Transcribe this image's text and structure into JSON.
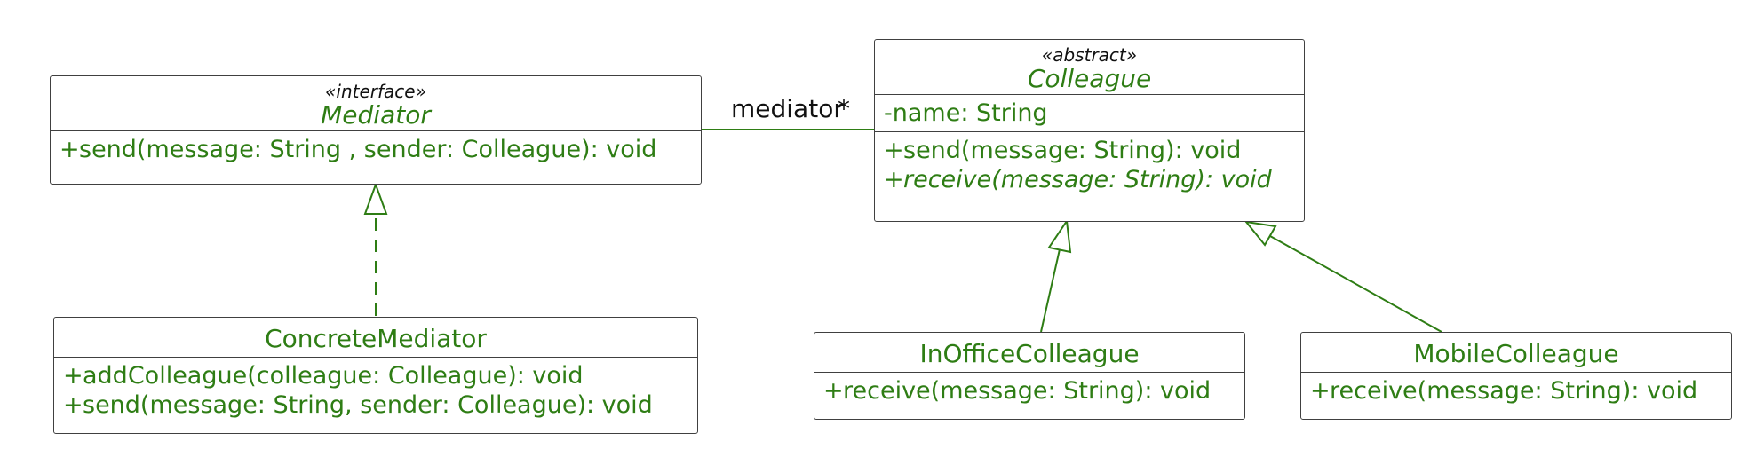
{
  "colors": {
    "accent": "#2e7d14",
    "border": "#404040",
    "text": "#111111"
  },
  "classes": {
    "mediator": {
      "stereotype": "«interface»",
      "name": "Mediator",
      "methods": [
        "send(message: String , sender: Colleague): void"
      ],
      "visibility": "+"
    },
    "concrete_mediator": {
      "name": "ConcreteMediator",
      "methods": [
        "addColleague(colleague: Colleague): void",
        "send(message: String, sender: Colleague): void"
      ],
      "visibility": "+"
    },
    "colleague": {
      "stereotype": "«abstract»",
      "name": "Colleague",
      "attributes": [
        "-name: String"
      ],
      "methods": [
        "send(message: String): void",
        "receive(message: String): void"
      ],
      "visibility": "+"
    },
    "in_office_colleague": {
      "name": "InOfficeColleague",
      "methods": [
        "receive(message: String): void"
      ],
      "visibility": "+"
    },
    "mobile_colleague": {
      "name": "MobileColleague",
      "methods": [
        "receive(message: String): void"
      ],
      "visibility": "+"
    }
  },
  "association": {
    "role": "mediator",
    "multiplicity": "*"
  }
}
